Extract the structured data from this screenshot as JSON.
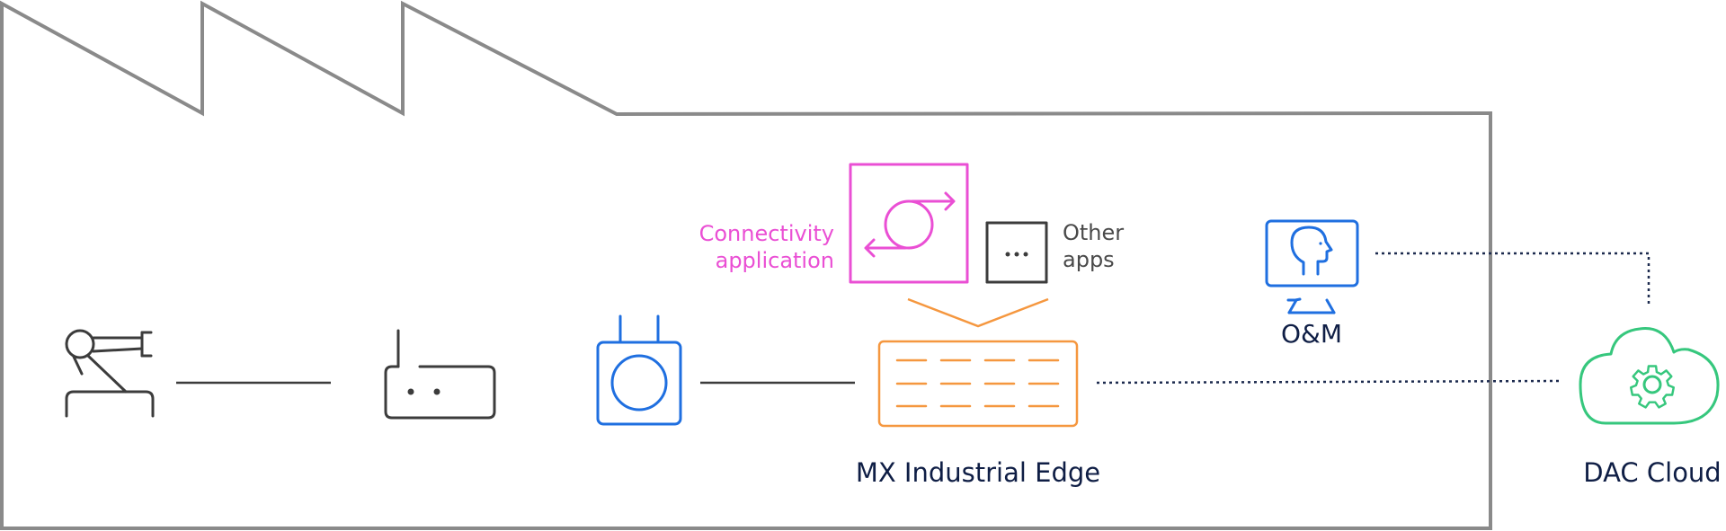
{
  "colors": {
    "building": "#8a8a8a",
    "device": "#3c3c3c",
    "blue": "#1f6fe0",
    "orange": "#f5973f",
    "magenta": "#ea4fd4",
    "green": "#36c77d",
    "navy": "#0f1e45",
    "gray_text": "#4a4a4a",
    "dotted_line": "#1d2b4f"
  },
  "icons": {
    "robot_arm": "robot-arm-icon",
    "router": "router-icon",
    "radio_unit": "radio-unit-icon",
    "edge_server": "edge-server-icon",
    "connectivity_app": "connectivity-app-icon",
    "other_apps": "ellipsis-app-icon",
    "operator": "operator-monitor-icon",
    "cloud": "cloud-gear-icon"
  },
  "labels": {
    "connectivity_line1": "Connectivity",
    "connectivity_line2": "application",
    "other_line1": "Other",
    "other_line2": "apps",
    "om": "O&M",
    "edge": "MX Industrial Edge",
    "cloud": "DAC Cloud"
  }
}
